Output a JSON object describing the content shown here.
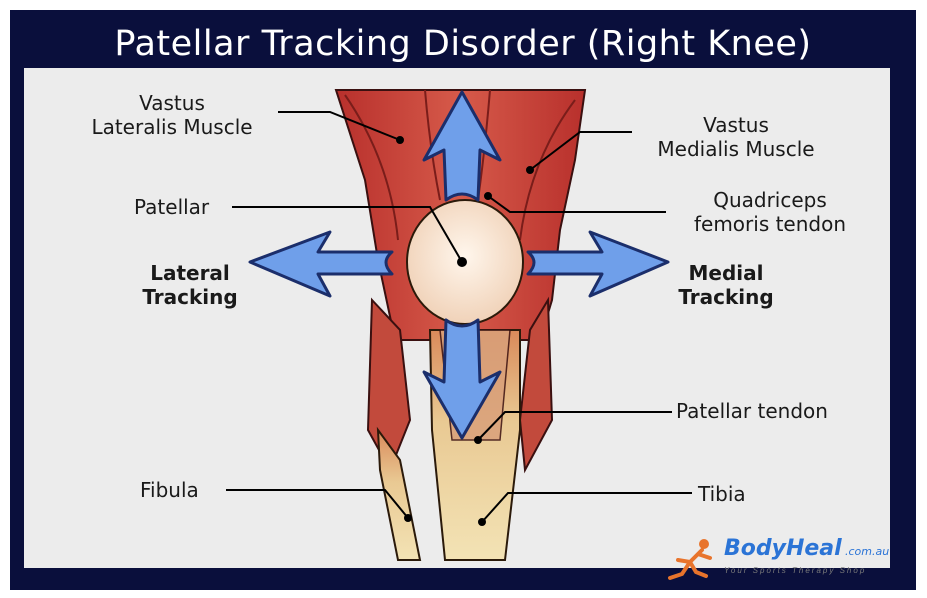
{
  "title": "Patellar Tracking Disorder (Right Knee)",
  "labels": {
    "vastus_lateralis": "Vastus\nLateralis Muscle",
    "vastus_medialis": "Vastus\nMedialis Muscle",
    "patellar": "Patellar",
    "quadriceps_tendon": "Quadriceps\nfemoris tendon",
    "lateral_tracking": "Lateral\nTracking",
    "medial_tracking": "Medial\nTracking",
    "patellar_tendon": "Patellar tendon",
    "fibula": "Fibula",
    "tibia": "Tibia"
  },
  "brand": {
    "name": "BodyHeal",
    "suffix": ".com.au",
    "tagline": "Your Sports Therapy Shop"
  },
  "colors": {
    "frame": "#0a0f3c",
    "panel": "#ececec",
    "arrow_fill": "#6f9fea",
    "arrow_stroke": "#1b2e6b",
    "muscle": "#c9433a",
    "bone": "#efd9a4",
    "brand": "#2b74d6",
    "runner": "#e8742c"
  },
  "icons": [
    "running-figure-icon"
  ]
}
